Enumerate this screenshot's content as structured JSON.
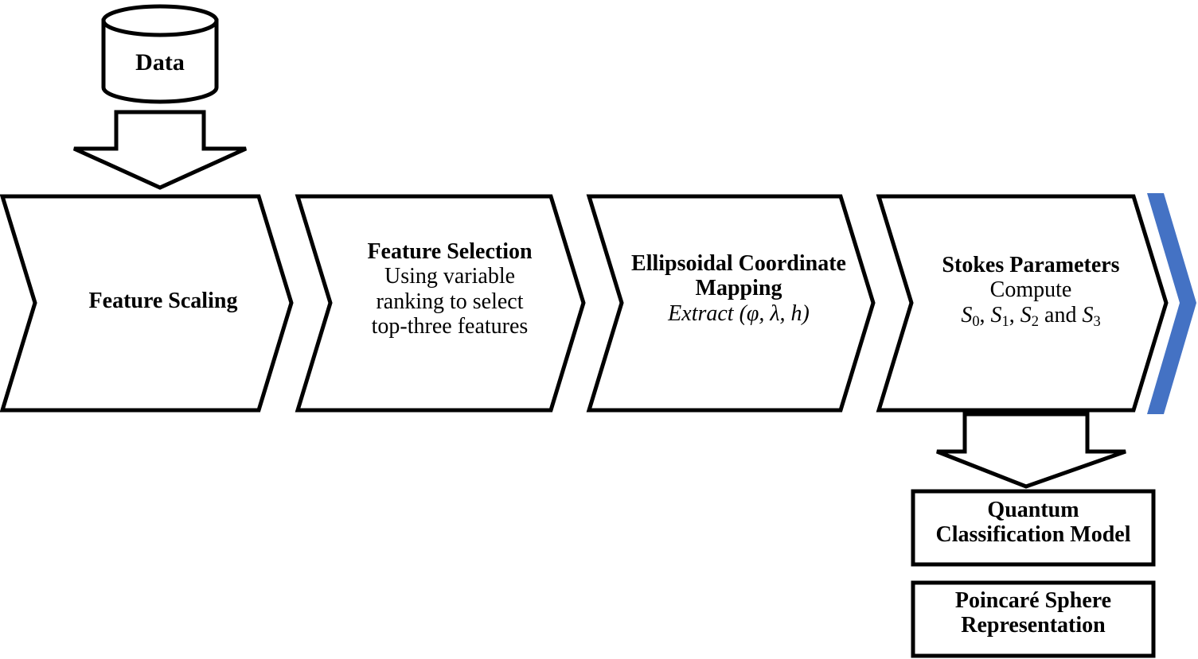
{
  "diagram": {
    "title": "Quantum classification pipeline flowchart",
    "accent_color": "#4472C4",
    "outline_color": "#000000",
    "background_color": "#FFFFFF",
    "source": {
      "name": "Data",
      "shape": "cylinder-icon"
    },
    "connectors": [
      {
        "name": "down-arrow-icon",
        "from": "Data",
        "to": "Feature Scaling"
      },
      {
        "name": "down-arrow-icon",
        "from": "Stokes Parameters",
        "to": "Quantum Classification Model"
      }
    ],
    "stages": [
      {
        "id": "feature-scaling",
        "heading": "Feature Scaling",
        "lines": []
      },
      {
        "id": "feature-selection",
        "heading": "Feature Selection",
        "lines": [
          "Using variable",
          "ranking to select",
          "top-three features"
        ]
      },
      {
        "id": "ellipsoidal-coordinate-mapping",
        "heading_line_1": "Ellipsoidal Coordinate",
        "heading_line_2": "Mapping",
        "lines": [
          "Extract (φ, λ, h)"
        ]
      },
      {
        "id": "stokes-parameters",
        "heading": "Stokes Parameters",
        "lines": [
          "Compute"
        ],
        "formula": {
          "symbols": [
            "S0",
            "S1",
            "S2",
            "S3"
          ],
          "text": "S0, S1, S2 and S3",
          "conjunction": "and"
        }
      }
    ],
    "outputs": [
      {
        "id": "quantum-classification-model",
        "line_1": "Quantum",
        "line_2": "Classification Model"
      },
      {
        "id": "poincare-sphere-representation",
        "line_1": "Poincaré Sphere",
        "line_2": "Representation"
      }
    ]
  }
}
